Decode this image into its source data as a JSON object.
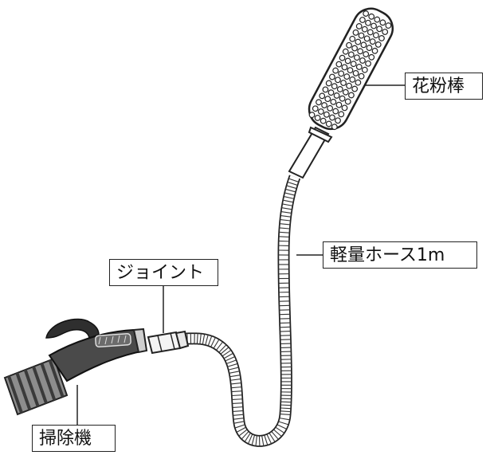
{
  "labels": {
    "pollen_stick": "花粉棒",
    "light_hose": "軽量ホース1m",
    "joint": "ジョイント",
    "vacuum": "掃除機"
  },
  "colors": {
    "line": "#222222",
    "vacuum_dark": "#3a3a3a",
    "vacuum_stripe": "#9a9a9a",
    "joint_fill": "#f2f2f2",
    "brush_fill": "#ffffff"
  },
  "icons": {
    "pollen_stick": "brush-head-icon",
    "hose": "corrugated-hose-icon",
    "joint": "connector-icon",
    "vacuum": "vacuum-handle-icon"
  }
}
